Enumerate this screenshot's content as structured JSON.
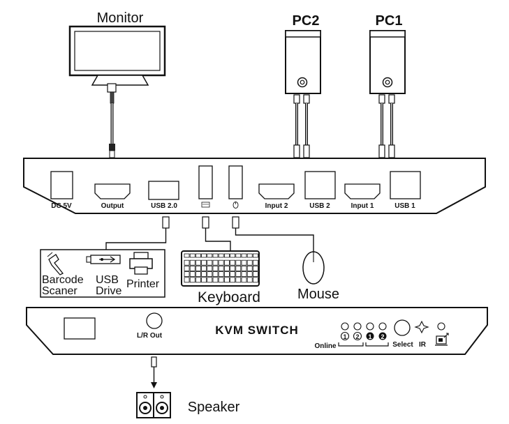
{
  "devices": {
    "monitor": "Monitor",
    "pc2": "PC2",
    "pc1": "PC1",
    "keyboard": "Keyboard",
    "mouse": "Mouse",
    "speaker": "Speaker"
  },
  "usb_devices": {
    "barcode_line1": "Barcode",
    "barcode_line2": "Scaner",
    "usb_line1": "USB",
    "usb_line2": "Drive",
    "printer": "Printer"
  },
  "rear_panel": {
    "ports": {
      "dc": "DC 5V",
      "output": "Output",
      "usb20": "USB 2.0",
      "input2": "Input 2",
      "usb2": "USB 2",
      "input1": "Input 1",
      "usb1": "USB 1"
    }
  },
  "front_panel": {
    "title": "KVM SWITCH",
    "lr_out": "L/R Out",
    "online": "Online",
    "select": "Select",
    "ir": "IR",
    "led_numbers": [
      "1",
      "2",
      "1",
      "2"
    ]
  }
}
